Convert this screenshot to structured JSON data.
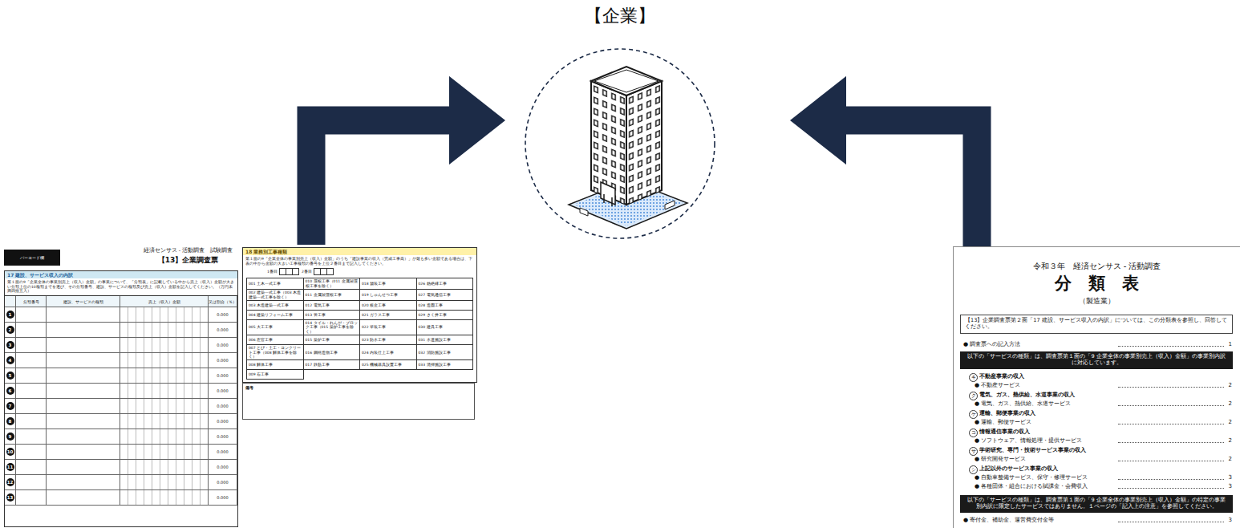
{
  "diagram": {
    "nodes": [
      {
        "text": [
          "経済センサス - 活動調査　試験調査",
          "【13】企業調査票"
        ]
      },
      {
        "text": [
          "バーコード欄"
        ],
        "in": 0
      },
      {
        "text": [
          "17 建設、サービス収入の内訳",
          "第１面の9「企業全体の事業別売上（収入）金額」の事業について、「分類表」に記載している中から売上（収入）金額が大きい分類上位の10種類までを選び、その分類番号、建設、サービスの種類及び売上（収入）金額を記入してください。（万円未満四捨五入）",
          "分類番号",
          "建設、サービスの種類",
          "売上（収入）金額",
          "又は割合（％）",
          "1",
          "0.000",
          "2",
          "0.000",
          "3",
          "0.000",
          "4",
          "0.000",
          "5",
          "0.000",
          "6",
          "0.000",
          "7",
          "0.000",
          "8",
          "0.000",
          "9",
          "0.000",
          "10",
          "0.000",
          "11",
          "0.000",
          "12",
          "0.000",
          "13",
          "0.000"
        ],
        "in": 0
      },
      {
        "text": [
          "18 業務別工事種類",
          "第１面の9「企業全体の事業別売上（収入）金額」のうち「建設事業の収入（完成工事高）」が最も多い金額である場合は、下表の中から金額の大きい工事種類の番号を上位２番目まで記入してください。",
          "1番目",
          "2番目",
          "001 土木一式工事",
          "002 建築一式工事（003 木造建築一式工事を除く）",
          "003 木造建築一式工事",
          "004 建築リフォーム工事",
          "005 大工工事",
          "006 左官工事",
          "007 とび・土工・コンクリート工事（008 解体工事を除く）",
          "008 解体工事",
          "009 石工事",
          "010 屋根工事（011 金属製屋根工事を除く）",
          "011 金属製屋根工事",
          "012 電気工事",
          "013 管工事",
          "014 タイル・れんが・ブロック工事（015 築炉工事を除く）",
          "015 築炉工事",
          "016 鋼構造物工事",
          "017 鉄筋工事",
          "018 舗装工事",
          "019 しゅんせつ工事",
          "020 板金工事",
          "021 ガラス工事",
          "022 塗装工事",
          "023 防水工事",
          "024 内装仕上工事",
          "025 機械器具設置工事",
          "026 熱絶縁工事",
          "027 電気通信工事",
          "028 造園工事",
          "029 さく井工事",
          "030 建具工事",
          "031 水道施設工事",
          "032 消防施設工事",
          "033 清掃施設工事"
        ],
        "in": 0
      },
      {
        "text": [
          "備考"
        ],
        "in": 0
      },
      {
        "text": [
          "【企業】"
        ]
      },
      {
        "text": [
          "令和３年　経済センサス - 活動調査",
          "分　類　表",
          "（製造業）",
          "● 調査票への記入方法",
          "1",
          "キ",
          "不動産事業の収入",
          "● 不動産サービス",
          "2",
          "ク",
          "電気、ガス、熱供給、水道事業の収入",
          "● 電気、ガス、熱供給、水道サービス",
          "2",
          "ケ",
          "運輸、郵便事業の収入",
          "● 運輸、郵便サービス",
          "2",
          "コ",
          "情報通信事業の収入",
          "● ソフトウェア、情報処理・提供サービス",
          "2",
          "サ",
          "学術研究、専門・技術サービス事業の収入",
          "● 研究開発サービス",
          "2",
          "シ",
          "上記以外のサービス事業の収入",
          "● 自動車整備サービス、保守・修理サービス",
          "3",
          "● 各種団体・組合における賦課金・会費収入",
          "3",
          "● 寄付金、補助金、運営費交付金等",
          "3"
        ]
      },
      {
        "text": [
          "【13】企業調査票第２面「17 建設、サービス収入の内訳」については、この分類表を参照し、回答してください。"
        ],
        "in": 6
      },
      {
        "text": [
          "以下の「サービスの種類」は、調査票第１面の「9 企業全体の事業別売上（収入）金額」の事業別内訳に対応しています。"
        ],
        "in": 6
      },
      {
        "text": [
          "以下の「サービスの種類」は、調査票第１面の「9 企業全体の事業別売上（収入）金額」の特定の事業別内訳に限定したサービスではありません。１ページの「記入上の注意」を参照してください。"
        ],
        "in": 6
      }
    ],
    "edges": [
      {
        "from": 0,
        "to": 5,
        "arrow": "to"
      },
      {
        "from": 6,
        "to": 5,
        "arrow": "to"
      }
    ]
  }
}
